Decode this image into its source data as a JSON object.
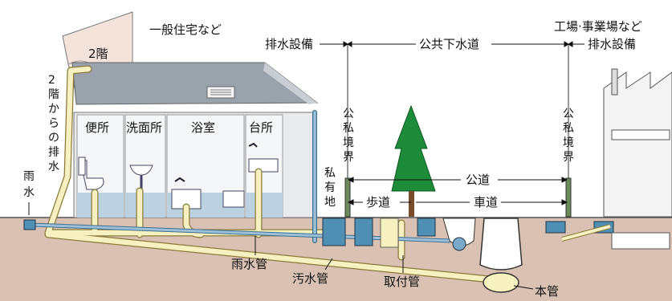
{
  "house": {
    "title": "一般住宅など",
    "second_floor": "2階",
    "rooms": [
      "便所",
      "洗面所",
      "浴室",
      "台所"
    ],
    "second_floor_drain": [
      "2",
      "階",
      "か",
      "ら",
      "の",
      "排",
      "水"
    ],
    "rain": [
      "雨",
      "水"
    ]
  },
  "factory": {
    "title": "工場·事業場など"
  },
  "header": {
    "left": "排水設備",
    "center": "公共下水道",
    "right": "排水設備"
  },
  "boundary": {
    "left_vertical": [
      "公",
      "私",
      "境",
      "界"
    ],
    "right_vertical": [
      "公",
      "私",
      "境",
      "界"
    ],
    "private_land": [
      "私",
      "有",
      "地"
    ]
  },
  "road": {
    "public_road": "公道",
    "sidewalk": "歩道",
    "roadway": "車道"
  },
  "pipes": {
    "storm": "雨水管",
    "sewage": "汚水管",
    "lateral": "取付管",
    "main": "本管"
  },
  "colors": {
    "soil": "#d9c2b4",
    "cream_pipe": "#f7f0c0",
    "blue_pipe": "#7aa9c9",
    "box_blue": "#4f8fb3",
    "tree_green": "#1d8b3a",
    "roof_gray": "#9aa3ab"
  }
}
